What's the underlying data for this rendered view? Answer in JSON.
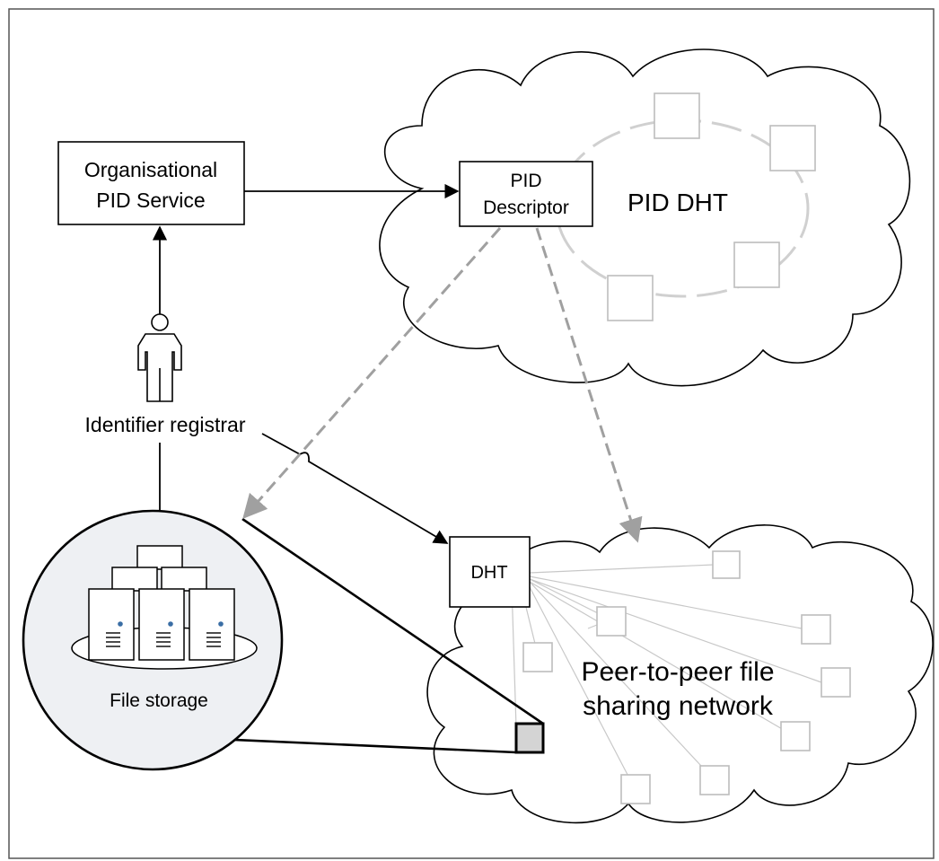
{
  "nodes": {
    "org_service": {
      "line1": "Organisational",
      "line2": "PID Service"
    },
    "pid_descriptor": {
      "line1": "PID",
      "line2": "Descriptor"
    },
    "pid_dht": "PID DHT",
    "registrar": "Identifier registrar",
    "file_storage": "File storage",
    "dht": "DHT",
    "p2p_network": {
      "line1": "Peer-to-peer file",
      "line2": "sharing network"
    }
  },
  "colors": {
    "line": "#000000",
    "dashed_gray": "#9e9e9e",
    "ring_gray": "#d0d0d0",
    "peer_gray": "#bdbdbd",
    "storage_fill": "#eef0f3",
    "highlight_fill": "#d4d4d4"
  }
}
